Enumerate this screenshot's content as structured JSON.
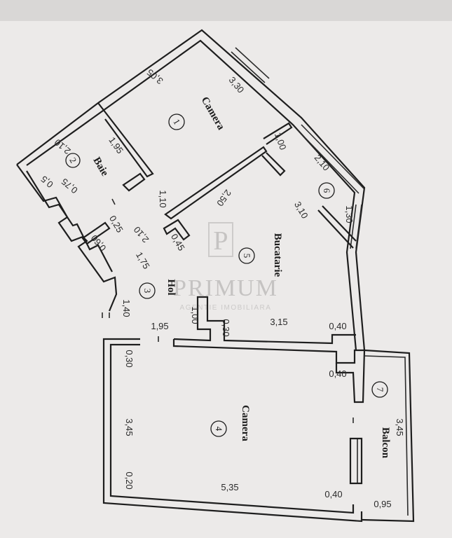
{
  "watermark": {
    "brand": "PRIMUM",
    "monogram": "P",
    "subtitle": "AGENTIE IMOBILIARA"
  },
  "rooms": [
    {
      "number": "1",
      "name": "Camera"
    },
    {
      "number": "2",
      "name": "Baie"
    },
    {
      "number": "3",
      "name": "Hol"
    },
    {
      "number": "4",
      "name": "Camera"
    },
    {
      "number": "5",
      "name": "Bucatarie"
    },
    {
      "number": "6",
      "name": ""
    },
    {
      "number": "7",
      "name": "Balcon"
    }
  ],
  "dimensions": {
    "d_3_05": "3,05",
    "d_3_30": "3,30",
    "d_1_00_top": "1,00",
    "d_2_10_r": "2,10",
    "d_1_30": "1,30",
    "d_3_10": "3,10",
    "d_2_50": "2,50",
    "d_1_95_baie": "1,95",
    "d_2_10_baie": "2,10",
    "d_0_75": "0,75",
    "d_0_5": "0,5",
    "d_1_10": "1,10",
    "d_0_25": "0,25",
    "d_2_10_hol": "2,10",
    "d_0_60": "0,60",
    "d_0_45": "0,45",
    "d_1_75": "1,75",
    "d_1_40": "1,40",
    "d_1_95_hol": "1,95",
    "d_1_00_mid": "1,00",
    "d_0_30_mid": "0,30",
    "d_3_15": "3,15",
    "d_0_40_a": "0,40",
    "d_0_40_b": "0,40",
    "d_0_30_left": "0,30",
    "d_3_45_left": "3,45",
    "d_0_20": "0,20",
    "d_5_35": "5,35",
    "d_0_40_c": "0,40",
    "d_3_45_balcon": "3,45",
    "d_0_95": "0,95"
  }
}
